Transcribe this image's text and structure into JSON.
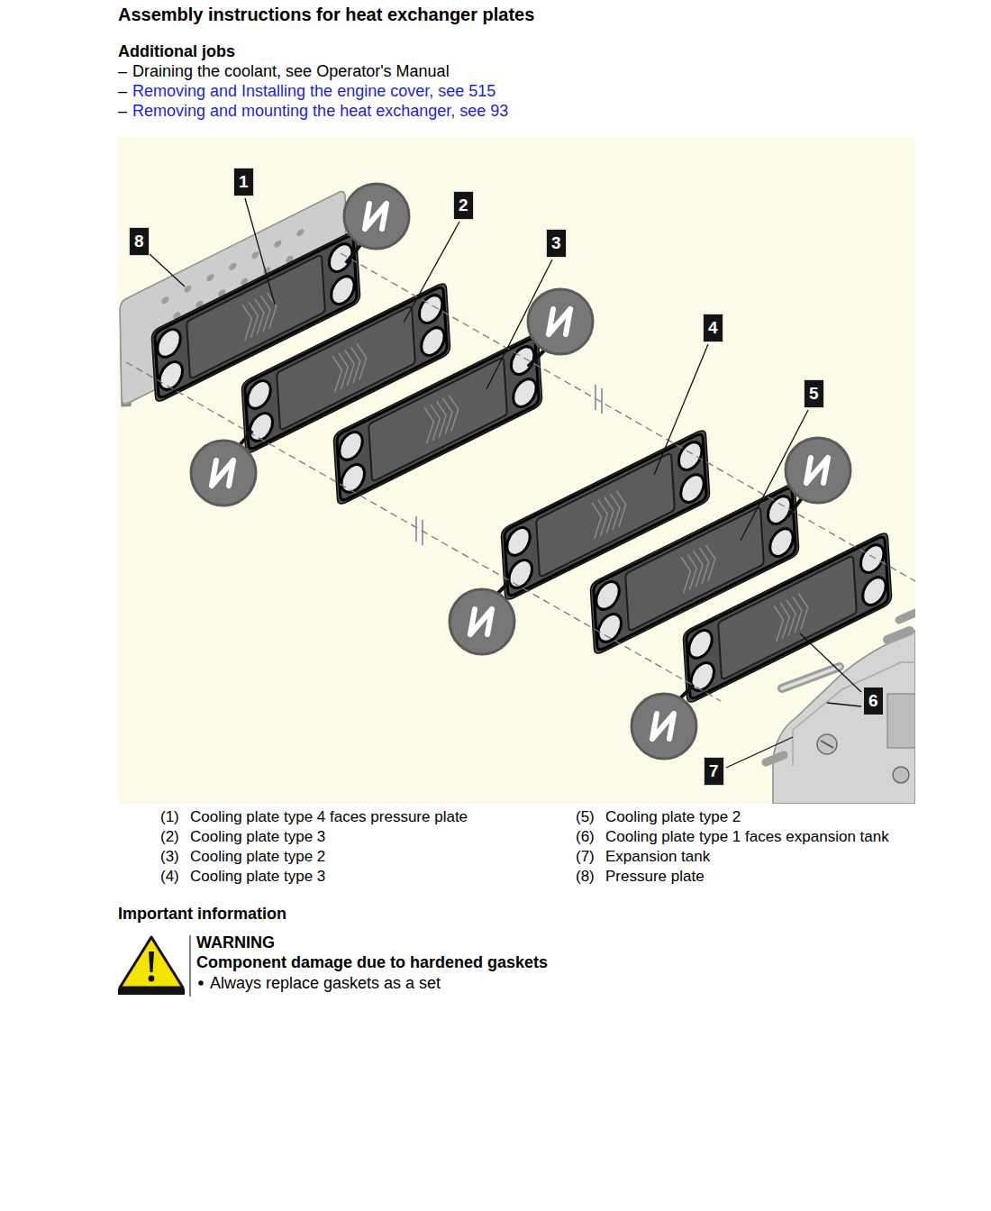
{
  "diagram": {
    "title": "Assembly instructions for heat exchanger plates",
    "nodes": [
      {
        "text": [
          "1"
        ]
      },
      {
        "text": [
          "2"
        ]
      },
      {
        "text": [
          "3"
        ]
      },
      {
        "text": [
          "4"
        ]
      },
      {
        "text": [
          "5"
        ]
      },
      {
        "text": [
          "6"
        ]
      },
      {
        "text": [
          "7"
        ]
      },
      {
        "text": [
          "8"
        ]
      }
    ],
    "labels": [
      "Additional jobs",
      "–",
      "Draining the coolant, see Operator's Manual",
      "–",
      "Removing and Installing the engine cover, see 515",
      "–",
      "Removing and mounting the heat exchanger, see 93",
      "(1)",
      "Cooling plate type 4 faces pressure plate",
      "(2)",
      "Cooling plate type 3",
      "(3)",
      "Cooling plate type 2",
      "(4)",
      "Cooling plate type 3",
      "(5)",
      "Cooling plate type 2",
      "(6)",
      "Cooling plate type 1 faces expansion tank",
      "(7)",
      "Expansion tank",
      "(8)",
      "Pressure plate",
      "Important information",
      "WARNING",
      "Component damage due to hardened gaskets",
      "Always replace gaskets as a set"
    ]
  }
}
